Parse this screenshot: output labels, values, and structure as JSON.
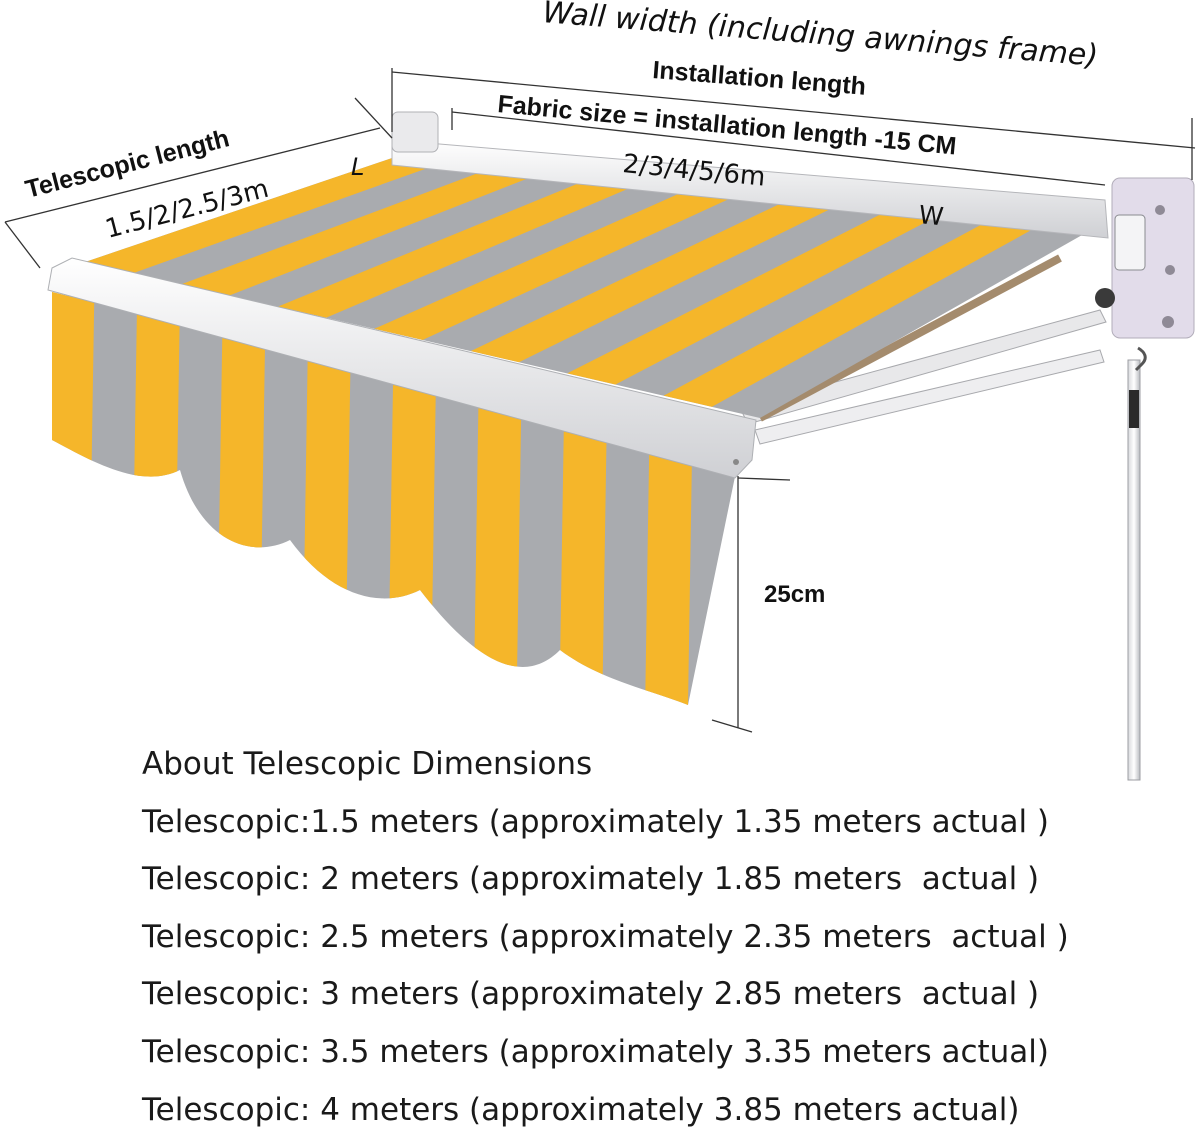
{
  "labels": {
    "wall_width": "Wall width (including awnings frame)",
    "installation_length": "Installation length",
    "fabric_size": "Fabric size = installation length -15 CM",
    "width_options": "2/3/4/5/6m",
    "width_letter": "W",
    "telescopic_length": "Telescopic length",
    "telescopic_options": "1.5/2/2.5/3m",
    "length_letter": "L",
    "valance_height": "25cm"
  },
  "colors": {
    "stripe_yellow": "#f5b62a",
    "stripe_gray": "#a9abaf",
    "frame_white": "#f1f1f3",
    "motor_box": "#e2dcea"
  },
  "notes": {
    "heading": "About Telescopic Dimensions",
    "lines": [
      "Telescopic:1.5 meters (approximately 1.35 meters actual )",
      "Telescopic: 2 meters (approximately 1.85 meters  actual )",
      "Telescopic: 2.5 meters (approximately 2.35 meters  actual )",
      "Telescopic: 3 meters (approximately 2.85 meters  actual )",
      "Telescopic: 3.5 meters (approximately 3.35 meters actual)",
      "Telescopic: 4 meters (approximately 3.85 meters actual)"
    ]
  }
}
